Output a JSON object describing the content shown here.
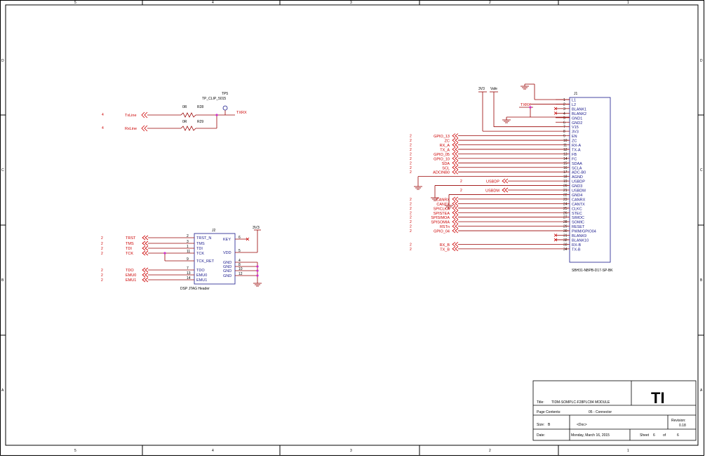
{
  "frame": {
    "top_columns": [
      "5",
      "4",
      "3",
      "2",
      "1"
    ],
    "bottom_columns": [
      "5",
      "4",
      "3",
      "2",
      "1"
    ],
    "rows_left": [
      "D",
      "C",
      "B",
      "A"
    ],
    "rows_right": [
      "D",
      "C",
      "B",
      "A"
    ]
  },
  "tx_section": {
    "ref_left": "4",
    "tx_net": "TxLine",
    "rx_net": "RxLine",
    "r28_value": "0R",
    "r28_ref": "R28",
    "r29_value": "0R",
    "r29_ref": "R29",
    "tp_ref": "TP5",
    "tp_part": "TP_CLIP_5015",
    "out_net": "TXRX"
  },
  "j2": {
    "ref": "J2",
    "name": "DSP JTAG Header",
    "supply": "3V3",
    "left_pins": [
      {
        "ref": "2",
        "net": "TRST",
        "pin": "2",
        "name": "TRST_N"
      },
      {
        "ref": "2",
        "net": "TMS",
        "pin": "3",
        "name": "TMS"
      },
      {
        "ref": "2",
        "net": "TDI",
        "pin": "1",
        "name": "TDI"
      },
      {
        "ref": "2",
        "net": "TCK",
        "pin": "11",
        "name": "TCK"
      },
      {
        "ref": "",
        "net": "",
        "pin": "9",
        "name": "TCK_RET"
      },
      {
        "ref": "2",
        "net": "TDO",
        "pin": "7",
        "name": "TDO"
      },
      {
        "ref": "2",
        "net": "EMU0",
        "pin": "13",
        "name": "EMU0"
      },
      {
        "ref": "2",
        "net": "EMU1",
        "pin": "14",
        "name": "EMU1"
      }
    ],
    "right_pins": [
      {
        "pin": "6",
        "name": "KEY"
      },
      {
        "pin": "5",
        "name": "VDD"
      },
      {
        "pin": "4",
        "name": "GND"
      },
      {
        "pin": "8",
        "name": "GND"
      },
      {
        "pin": "10",
        "name": "GND"
      },
      {
        "pin": "12",
        "name": "GND"
      }
    ]
  },
  "j1": {
    "ref": "J1",
    "part": "SBH31-NBPB-D17-SP-BK",
    "supply_a": "3V3",
    "supply_b": "Vafe",
    "txrx_net": "TXRX",
    "pins": [
      {
        "pin": "1",
        "name": "L1",
        "ref": "",
        "net": ""
      },
      {
        "pin": "2",
        "name": "L2",
        "ref": "",
        "net": ""
      },
      {
        "pin": "3",
        "name": "BLANK1",
        "ref": "",
        "net": ""
      },
      {
        "pin": "4",
        "name": "BLANK2",
        "ref": "",
        "net": ""
      },
      {
        "pin": "5",
        "name": "GND1",
        "ref": "",
        "net": ""
      },
      {
        "pin": "6",
        "name": "GND2",
        "ref": "",
        "net": ""
      },
      {
        "pin": "7",
        "name": "V15",
        "ref": "",
        "net": ""
      },
      {
        "pin": "8",
        "name": "3V3",
        "ref": "",
        "net": ""
      },
      {
        "pin": "9",
        "name": "EN",
        "ref": "2",
        "net": "GPIO_13"
      },
      {
        "pin": "10",
        "name": "ZC",
        "ref": "2",
        "net": "ZC"
      },
      {
        "pin": "11",
        "name": "RX-A",
        "ref": "2",
        "net": "RX_A"
      },
      {
        "pin": "12",
        "name": "TX-A",
        "ref": "2",
        "net": "TX_A"
      },
      {
        "pin": "13",
        "name": "FB",
        "ref": "2",
        "net": "GPIO_05"
      },
      {
        "pin": "14",
        "name": "FC",
        "ref": "2",
        "net": "GPIO_10"
      },
      {
        "pin": "15",
        "name": "SDAA",
        "ref": "2",
        "net": "SDA"
      },
      {
        "pin": "16",
        "name": "SCLA",
        "ref": "2",
        "net": "SCL"
      },
      {
        "pin": "17",
        "name": "ADC-B0",
        "ref": "2",
        "net": "ADCINB0"
      },
      {
        "pin": "18",
        "name": "AGND",
        "ref": "",
        "net": ""
      },
      {
        "pin": "19",
        "name": "USBDP",
        "ref": "2",
        "net": "USBDP"
      },
      {
        "pin": "20",
        "name": "GND3",
        "ref": "",
        "net": ""
      },
      {
        "pin": "21",
        "name": "USBDM",
        "ref": "2",
        "net": "USBDM"
      },
      {
        "pin": "22",
        "name": "GND4",
        "ref": "",
        "net": ""
      },
      {
        "pin": "23",
        "name": "CANRX",
        "ref": "2",
        "net": "CANRX"
      },
      {
        "pin": "24",
        "name": "CANTX",
        "ref": "2",
        "net": "CANTX"
      },
      {
        "pin": "25",
        "name": "CLKC",
        "ref": "2",
        "net": "SPICLKA"
      },
      {
        "pin": "26",
        "name": "STEC",
        "ref": "2",
        "net": "SPISTEA"
      },
      {
        "pin": "27",
        "name": "SIMOC",
        "ref": "2",
        "net": "SPISIMOA"
      },
      {
        "pin": "28",
        "name": "SOMIC",
        "ref": "2",
        "net": "SPISOMIA"
      },
      {
        "pin": "29",
        "name": "RESET",
        "ref": "2",
        "net": "RSTn"
      },
      {
        "pin": "30",
        "name": "PWM/GPIO04",
        "ref": "2",
        "net": "GPIO_04"
      },
      {
        "pin": "31",
        "name": "BLANK9",
        "ref": "",
        "net": ""
      },
      {
        "pin": "32",
        "name": "BLANK10",
        "ref": "",
        "net": ""
      },
      {
        "pin": "33",
        "name": "RX-B",
        "ref": "2",
        "net": "RX_B"
      },
      {
        "pin": "34",
        "name": "TX-B",
        "ref": "2",
        "net": "TX_B"
      }
    ]
  },
  "title_block": {
    "title_label": "Title:",
    "title": "TIDM-SOMPLC-F28PLC84 MODULE",
    "contents_label": "Page Contents:",
    "contents": "05 - Connector",
    "size_label": "Size:",
    "size": "B",
    "doc": "<Doc>",
    "revision_label": "Revision:",
    "revision": "0.18",
    "date_label": "Date:",
    "date": "Monday, March 16, 2015",
    "sheet_label": "Sheet",
    "sheet": "6",
    "of_label": "of",
    "sheets": "6",
    "logo": "TI"
  },
  "colors": {
    "net_red": "#cc0000",
    "pin_blue": "#1a1a8c",
    "junction": "#cc33cc",
    "wire": "#990000",
    "line": "#000000"
  }
}
